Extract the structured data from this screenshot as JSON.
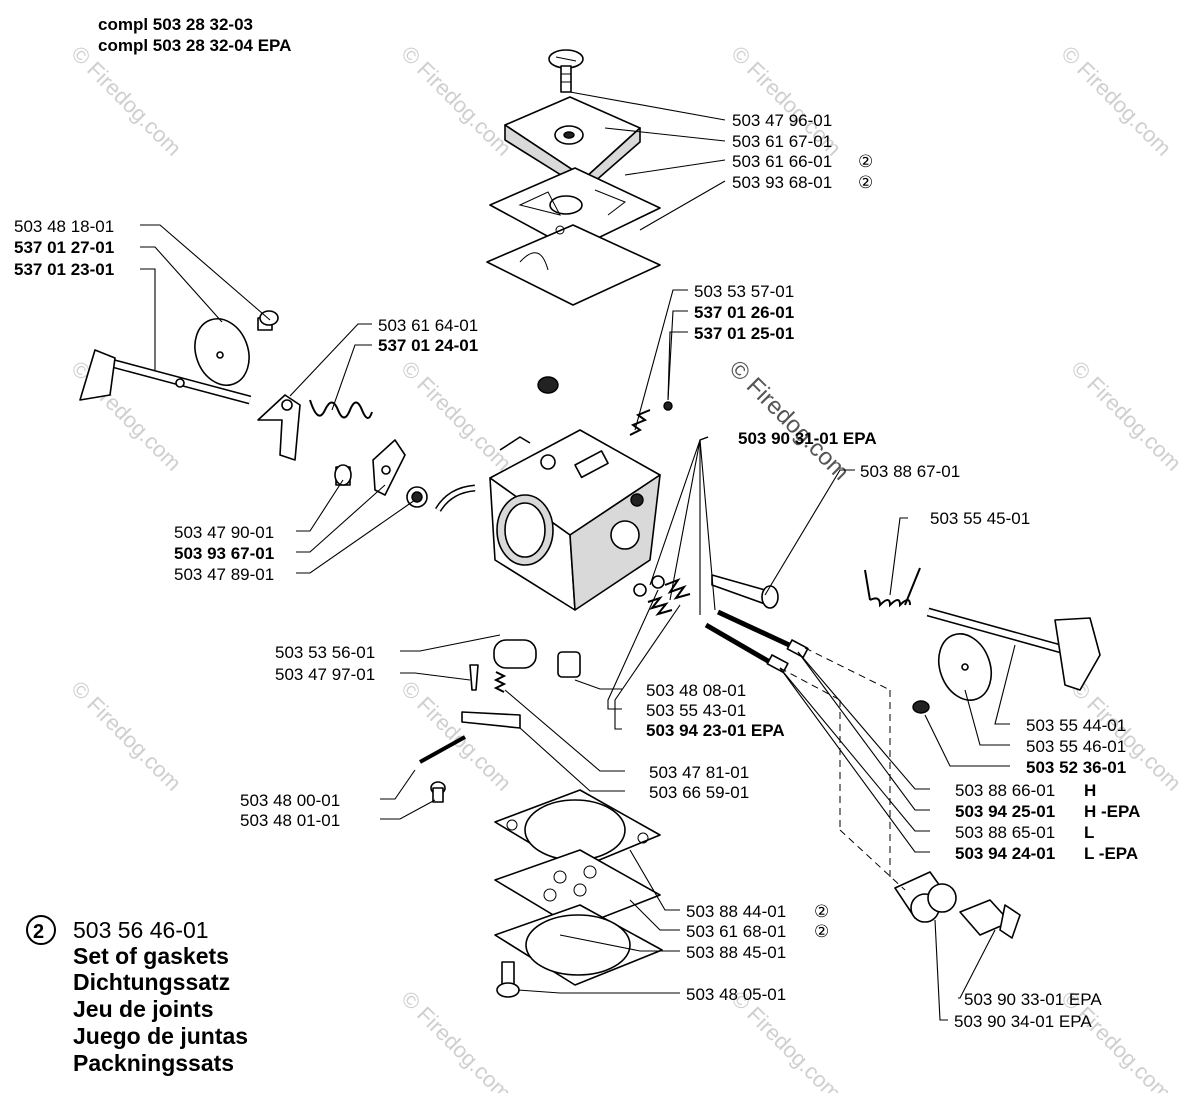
{
  "header": {
    "line1": "compl 503 28 32-03",
    "line2": "compl 503 28 32-04 EPA"
  },
  "watermark": "© Firedog.com",
  "labels": {
    "p_503_47_96_01": "503 47 96-01",
    "p_503_61_67_01": "503 61 67-01",
    "p_503_61_66_01": "503 61 66-01",
    "p_503_93_68_01": "503 93 68-01",
    "p_503_48_18_01": "503 48 18-01",
    "p_537_01_27_01": "537 01 27-01",
    "p_537_01_23_01": "537 01 23-01",
    "p_503_61_64_01": "503 61 64-01",
    "p_537_01_24_01": "537 01 24-01",
    "p_503_53_57_01": "503 53 57-01",
    "p_537_01_26_01": "537 01 26-01",
    "p_537_01_25_01": "537 01 25-01",
    "p_503_90_31_01": "503 90 31-01 EPA",
    "p_503_88_67_01": "503 88 67-01",
    "p_503_55_45_01": "503 55 45-01",
    "p_503_47_90_01": "503 47 90-01",
    "p_503_93_67_01": "503 93 67-01",
    "p_503_47_89_01": "503 47 89-01",
    "p_503_53_56_01": "503 53 56-01",
    "p_503_47_97_01": "503 47 97-01",
    "p_503_48_08_01": "503 48 08-01",
    "p_503_55_43_01": "503 55 43-01",
    "p_503_94_23_01": "503 94 23-01 EPA",
    "p_503_55_44_01": "503 55 44-01",
    "p_503_55_46_01": "503 55 46-01",
    "p_503_52_36_01": "503 52 36-01",
    "p_503_88_66_01": "503 88 66-01",
    "p_503_88_66_01_suffix": "H",
    "p_503_94_25_01": "503 94 25-01",
    "p_503_94_25_01_suffix": "H -EPA",
    "p_503_88_65_01": "503 88 65-01",
    "p_503_88_65_01_suffix": "L",
    "p_503_94_24_01": "503 94 24-01",
    "p_503_94_24_01_suffix": "L -EPA",
    "p_503_47_81_01": "503 47 81-01",
    "p_503_66_59_01": "503 66 59-01",
    "p_503_48_00_01": "503 48 00-01",
    "p_503_48_01_01": "503 48 01-01",
    "p_503_88_44_01": "503 88 44-01",
    "p_503_61_68_01": "503 61 68-01",
    "p_503_88_45_01": "503 88 45-01",
    "p_503_48_05_01": "503 48 05-01",
    "p_503_90_33_01": "503 90 33-01 EPA",
    "p_503_90_34_01": "503 90 34-01 EPA",
    "marker_2": "②"
  },
  "legend": {
    "badge": "2",
    "part_number": "503 56 46-01",
    "lines": [
      "Set of gaskets",
      "Dichtungssatz",
      "Jeu de joints",
      "Juego de juntas",
      "Packningssats"
    ]
  }
}
